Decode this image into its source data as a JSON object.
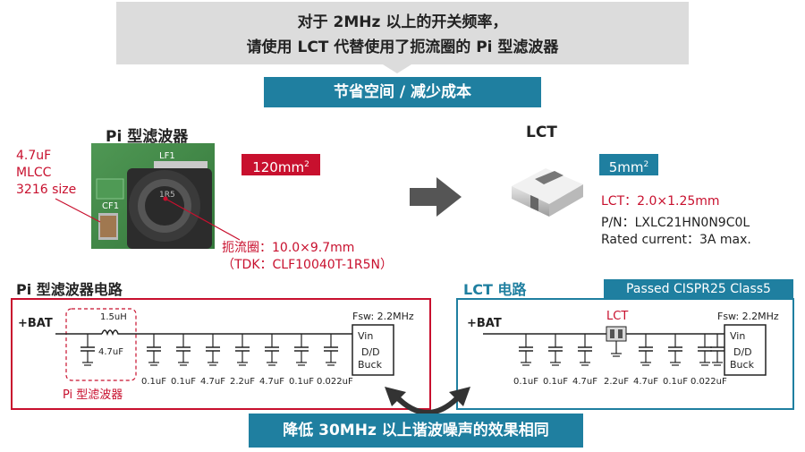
{
  "callout": {
    "line1": "对于 2MHz 以上的开关频率，",
    "line2": "请使用 LCT 代替使用了扼流圈的 Pi 型滤波器"
  },
  "banner_top": "节省空间 / 减少成本",
  "left": {
    "title": "Pi 型滤波器",
    "area_value": "120mm",
    "area_sup": "2",
    "mlcc_line1": "4.7uF",
    "mlcc_line2": "MLCC",
    "mlcc_line3": "3216 size",
    "pcb_label_lf1": "LF1",
    "pcb_label_cf1": "CF1",
    "choke_line1": "扼流圈：10.0×9.7mm",
    "choke_line2": "（TDK：CLF10040T-1R5N）"
  },
  "right": {
    "title": "LCT",
    "area_value": "5mm",
    "area_sup": "2",
    "lct_size": "LCT：2.0×1.25mm",
    "pn": "P/N：LXLC21HN0N9C0L",
    "rated": "Rated current：3A max."
  },
  "circuit_left": {
    "title": "Pi 型滤波器电路",
    "bat": "+BAT",
    "inductor": "1.5uH",
    "filter_cap": "4.7uF",
    "filter_label": "Pi 型滤波器",
    "fsw": "Fsw: 2.2MHz",
    "vin": "Vin",
    "dd": "D/D",
    "buck": "Buck",
    "caps": [
      "0.1uF",
      "0.1uF",
      "4.7uF",
      "2.2uF",
      "4.7uF",
      "0.1uF",
      "0.022uF"
    ]
  },
  "circuit_right": {
    "title": "LCT 电路",
    "passed": "Passed CISPR25 Class5",
    "bat": "+BAT",
    "lct": "LCT",
    "fsw": "Fsw: 2.2MHz",
    "vin": "Vin",
    "dd": "D/D",
    "buck": "Buck",
    "caps": [
      "0.1uF",
      "0.1uF",
      "4.7uF",
      "2.2uF",
      "4.7uF",
      "0.1uF",
      "0.022uF"
    ]
  },
  "banner_bottom": "降低 30MHz 以上谐波噪声的效果相同",
  "colors": {
    "teal": "#1f7fa0",
    "red": "#c8102e",
    "gray": "#dcdcdc"
  }
}
